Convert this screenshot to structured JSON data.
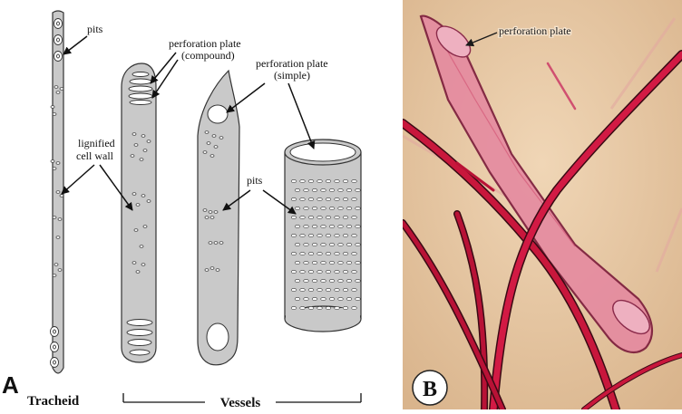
{
  "panel_a": {
    "letter": "A",
    "labels": {
      "pits_top": "pits",
      "perf_compound_1": "perforation plate",
      "perf_compound_2": "(compound)",
      "perf_simple_1": "perforation plate",
      "perf_simple_2": "(simple)",
      "lignified_1": "lignified",
      "lignified_2": "cell wall",
      "pits_mid": "pits"
    },
    "bottom": {
      "tracheid": "Tracheid",
      "vessels": "Vessels"
    }
  },
  "panel_b": {
    "letter": "B",
    "label": "perforation plate",
    "colors": {
      "background": "#e9caa6",
      "fiber": "#c8173c",
      "vessel": "#e0708c"
    }
  }
}
